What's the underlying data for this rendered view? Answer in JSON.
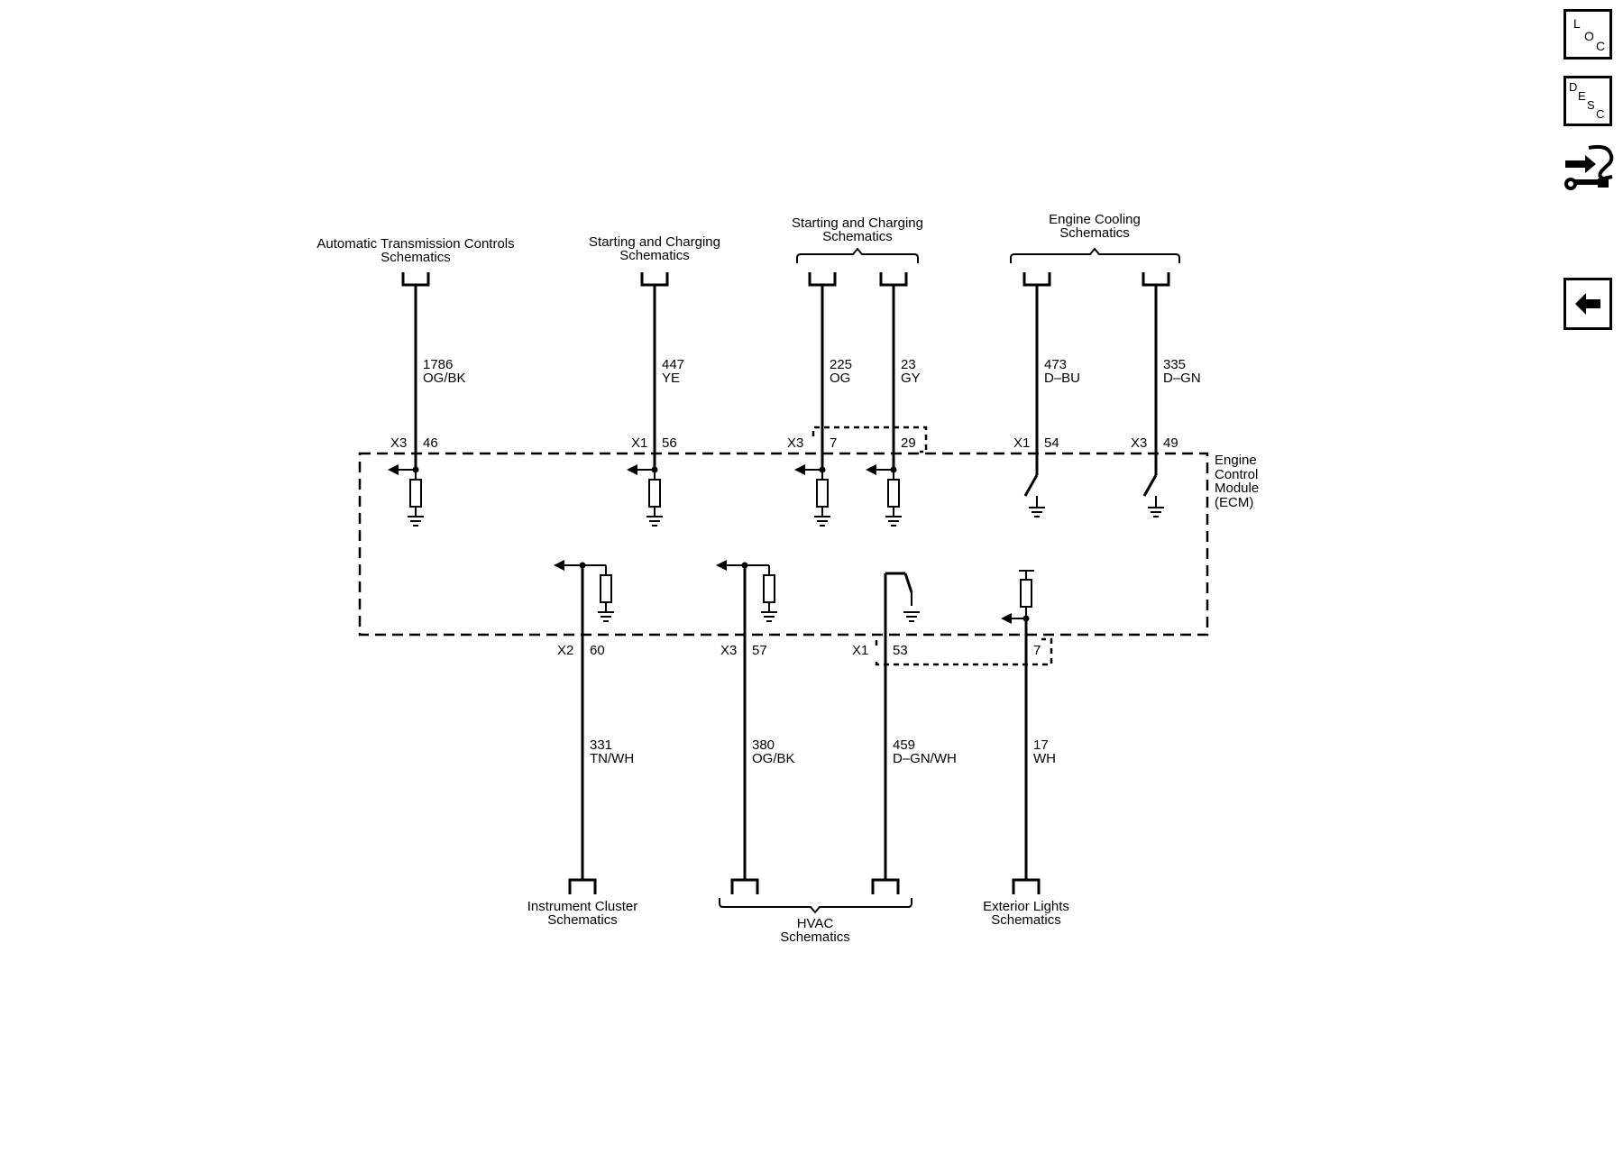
{
  "sidebar": {
    "loc": {
      "l1": "L",
      "l2": "O",
      "l3": "C"
    },
    "desc": {
      "l1": "D",
      "l2": "E",
      "l3": "S",
      "l4": "C"
    },
    "icons": {
      "loc": "loc-icon",
      "desc": "desc-icon",
      "diagnostic": "diagnostic-tools-icon",
      "back": "back-arrow-icon"
    }
  },
  "module": {
    "l1": "Engine",
    "l2": "Control",
    "l3": "Module",
    "l4": "(ECM)"
  },
  "destinations": {
    "trans": {
      "l1": "Automatic Transmission Controls",
      "l2": "Schematics"
    },
    "start1": {
      "l1": "Starting and Charging",
      "l2": "Schematics"
    },
    "start2": {
      "l1": "Starting and Charging",
      "l2": "Schematics"
    },
    "cooling": {
      "l1": "Engine Cooling",
      "l2": "Schematics"
    },
    "cluster": {
      "l1": "Instrument Cluster",
      "l2": "Schematics"
    },
    "hvac": {
      "l1": "HVAC",
      "l2": "Schematics"
    },
    "lights": {
      "l1": "Exterior Lights",
      "l2": "Schematics"
    }
  },
  "circuits": {
    "c1786": {
      "num": "1786",
      "color": "OG/BK",
      "conn": "X3",
      "pin": "46"
    },
    "c447": {
      "num": "447",
      "color": "YE",
      "conn": "X1",
      "pin": "56"
    },
    "c225": {
      "num": "225",
      "color": "OG",
      "conn": "X3",
      "pin": "7"
    },
    "c23": {
      "num": "23",
      "color": "GY",
      "pin": "29"
    },
    "c473": {
      "num": "473",
      "color": "D–BU",
      "conn": "X1",
      "pin": "54"
    },
    "c335": {
      "num": "335",
      "color": "D–GN",
      "conn": "X3",
      "pin": "49"
    },
    "c331": {
      "num": "331",
      "color": "TN/WH",
      "conn": "X2",
      "pin": "60"
    },
    "c380": {
      "num": "380",
      "color": "OG/BK",
      "conn": "X3",
      "pin": "57"
    },
    "c459": {
      "num": "459",
      "color": "D–GN/WH",
      "conn": "X1",
      "pin": "53"
    },
    "c17": {
      "num": "17",
      "color": "WH",
      "pin": "7"
    }
  }
}
